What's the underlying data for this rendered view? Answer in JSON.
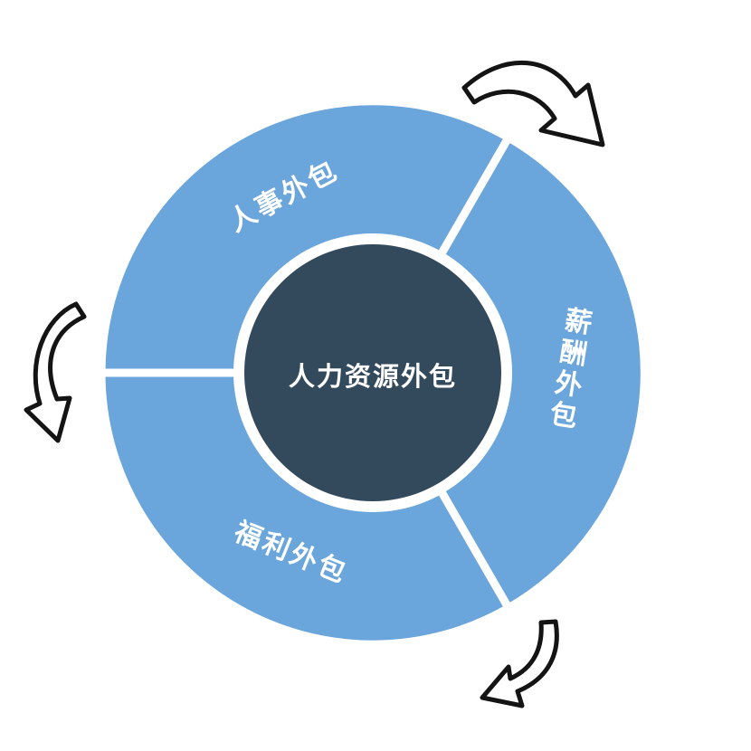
{
  "diagram": {
    "title": "HR outsourcing cycle diagram",
    "center": {
      "label": "人力资源外包"
    },
    "segments": [
      {
        "label": "人事外包",
        "position": "top-left"
      },
      {
        "label": "薪酬外包",
        "position": "right"
      },
      {
        "label": "福利外包",
        "position": "bottom-left"
      }
    ],
    "arrows": [
      {
        "icon": "clockwise-arrow-top-right-icon",
        "direction": "clockwise"
      },
      {
        "icon": "clockwise-arrow-left-icon",
        "direction": "downward"
      },
      {
        "icon": "clockwise-arrow-bottom-right-icon",
        "direction": "clockwise"
      }
    ]
  },
  "colors": {
    "segment-blue": "#6AA5DC",
    "hub-dark": "#33495C",
    "divider-white": "#FFFFFF",
    "arrow-black": "#141414",
    "label-white": "#FFFFFF"
  }
}
